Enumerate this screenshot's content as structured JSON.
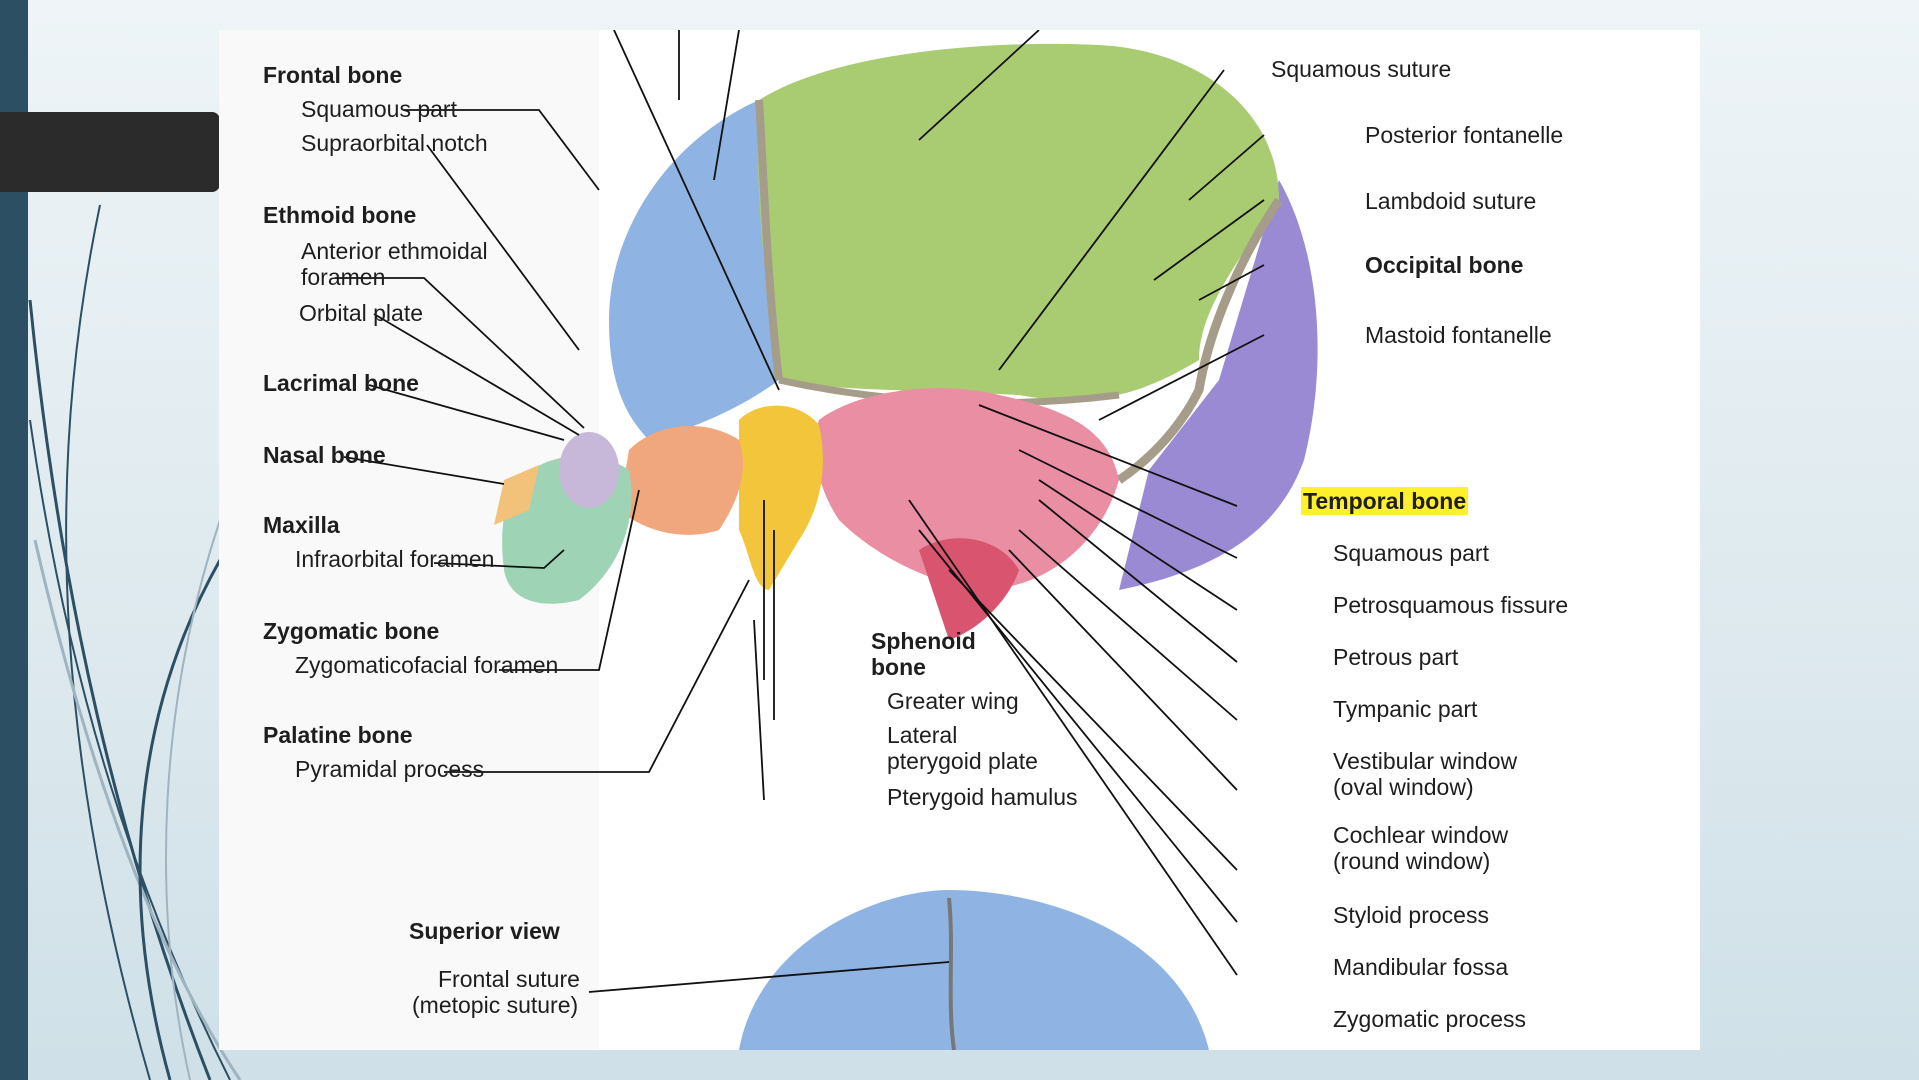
{
  "slide": {
    "colors": {
      "sidebar": "#2d4f63",
      "title_tab": "#2b2b2b",
      "highlight": "#fff02e"
    }
  },
  "figure": {
    "labels": {
      "frontal_bone": "Frontal bone",
      "frontal_squamous_part": "Squamous part",
      "supraorbital_notch": "Supraorbital notch",
      "ethmoid_bone": "Ethmoid bone",
      "anterior_ethmoidal_1": "Anterior ethmoidal",
      "anterior_ethmoidal_2": "foramen",
      "orbital_plate": "Orbital plate",
      "lacrimal_bone": "Lacrimal bone",
      "nasal_bone": "Nasal bone",
      "maxilla": "Maxilla",
      "infraorbital_foramen": "Infraorbital foramen",
      "zygomatic_bone": "Zygomatic bone",
      "zygomaticofacial_foramen": "Zygomaticofacial foramen",
      "palatine_bone": "Palatine bone",
      "pyramidal_process": "Pyramidal process",
      "sphenoid_bone_1": "Sphenoid",
      "sphenoid_bone_2": "bone",
      "greater_wing": "Greater wing",
      "lateral_pterygoid_1": "Lateral",
      "lateral_pterygoid_2": "pterygoid plate",
      "pterygoid_hamulus": "Pterygoid hamulus",
      "squamous_suture": "Squamous suture",
      "posterior_fontanelle": "Posterior fontanelle",
      "lambdoid_suture": "Lambdoid suture",
      "occipital_bone": "Occipital bone",
      "mastoid_fontanelle": "Mastoid fontanelle",
      "temporal_bone": "Temporal bone",
      "temporal_squamous_part": "Squamous part",
      "petrosquamous_fissure": "Petrosquamous fissure",
      "petrous_part": "Petrous part",
      "tympanic_part": "Tympanic part",
      "vestibular_window_1": "Vestibular window",
      "vestibular_window_2": "(oval window)",
      "cochlear_window_1": "Cochlear window",
      "cochlear_window_2": "(round window)",
      "styloid_process": "Styloid process",
      "mandibular_fossa": "Mandibular fossa",
      "zygomatic_process": "Zygomatic process",
      "superior_view": "Superior view",
      "frontal_suture_1": "Frontal suture",
      "frontal_suture_2": "(metopic suture)"
    },
    "bone_colors": {
      "frontal": "#8fb4e3",
      "parietal": "#a9cc73",
      "occipital": "#9a8ad4",
      "temporal": "#e98ea3",
      "sphenoid": "#f2c53a",
      "zygomatic": "#f1a77e",
      "maxilla": "#9fd3b5",
      "nasal": "#f2c27a",
      "ethmoid": "#c7b8da",
      "suture": "#a59c8a"
    }
  }
}
